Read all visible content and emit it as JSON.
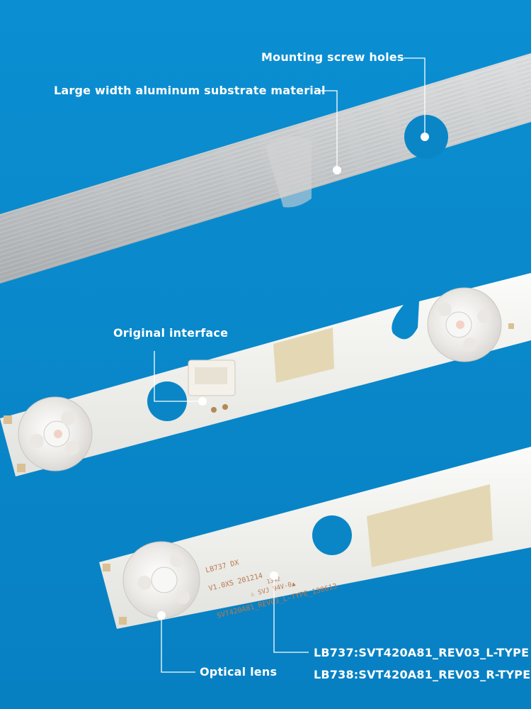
{
  "callouts": {
    "mounting_holes": "Mounting screw holes",
    "substrate": "Large width aluminum substrate material",
    "interface": "Original interface",
    "optical_lens": "Optical lens",
    "model_l": "LB737:SVT420A81_REV03_L-TYPE",
    "model_r": "LB738:SVT420A81_REV03_R-TYPE"
  },
  "board_print": {
    "line1": "LB737  DX",
    "line2": "V1.0XS  201214",
    "line3": "1342",
    "line4": " ⚠ SVJ 94V-0▲",
    "line5": "SVT420A81_REV03_L-TYPE_130613"
  },
  "colors": {
    "background": "#0a86c6",
    "pcb": "#f2f2ef",
    "aluminum": "#c7c9cb",
    "label": "#ffffff"
  }
}
